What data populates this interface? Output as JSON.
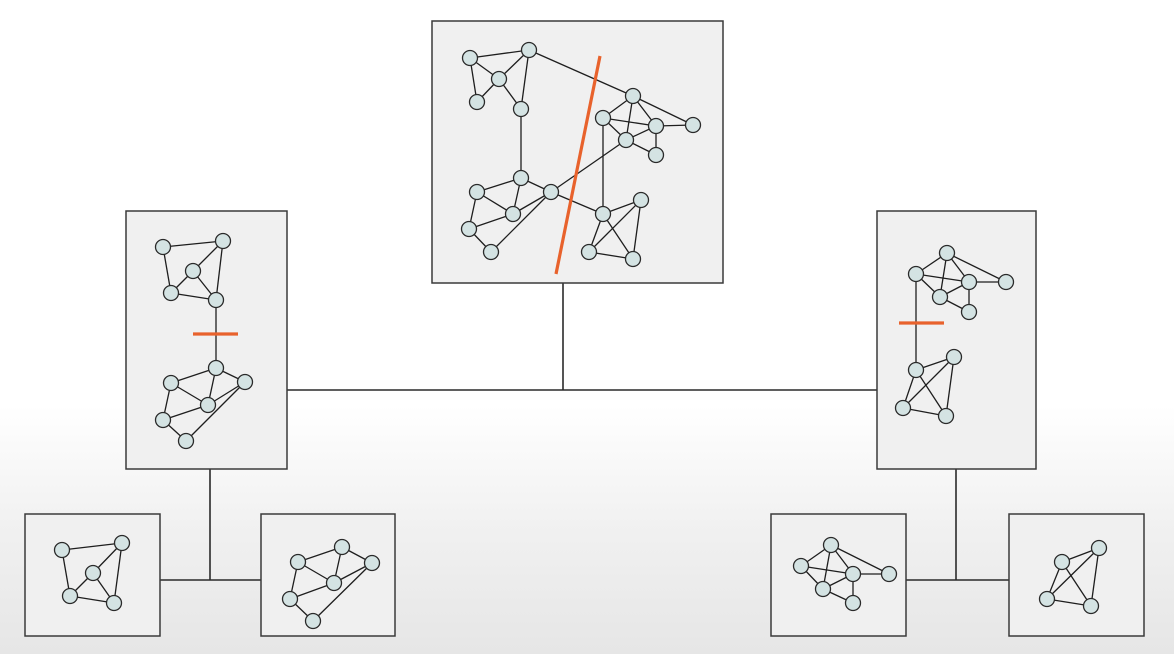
{
  "diagram": {
    "description_visible_text": "",
    "colors": {
      "panel_fill": "#f0f0f0",
      "node_fill": "#d4e3e3",
      "cut_line": "#e8622c",
      "line": "#2a2a2a"
    },
    "structure": {
      "root": "graph-root",
      "children": {
        "graph-root": [
          "graph-left",
          "graph-right"
        ],
        "graph-left": [
          "graph-left-a",
          "graph-left-b"
        ],
        "graph-right": [
          "graph-right-a",
          "graph-right-b"
        ]
      }
    }
  }
}
